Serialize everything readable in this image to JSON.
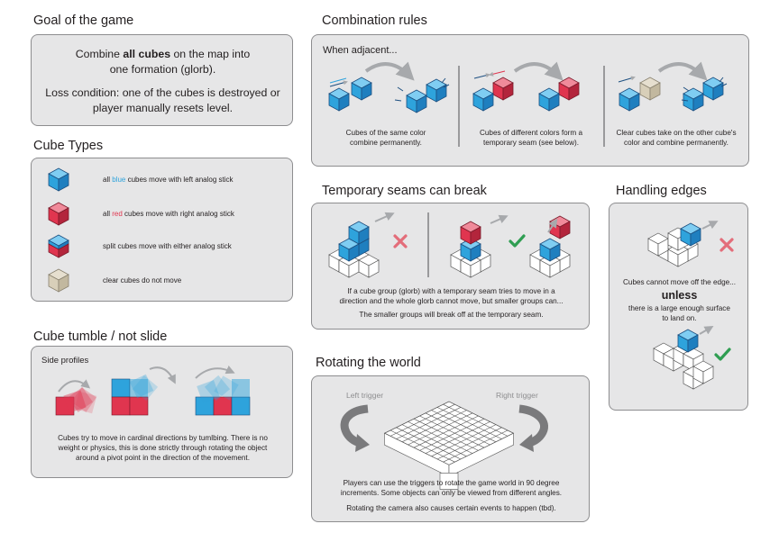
{
  "goal": {
    "heading": "Goal of the game",
    "line1_pre": "Combine ",
    "line1_bold": "all cubes",
    "line1_post": " on the map into",
    "line2": "one formation (glorb).",
    "loss1": "Loss condition: one of the cubes is destroyed or",
    "loss2": "player manually resets level."
  },
  "cube_types": {
    "heading": "Cube Types",
    "blue": {
      "pre": "all ",
      "color_word": "blue",
      "post": " cubes move with left analog stick"
    },
    "red": {
      "pre": "all ",
      "color_word": "red",
      "post": " cubes move with right analog stick"
    },
    "split": "split cubes move with either analog stick",
    "clear": "clear cubes do not move"
  },
  "tumble": {
    "heading": "Cube tumble / not slide",
    "side_profiles": "Side profiles",
    "desc1": "Cubes try to move in cardinal directions by tumlbing. There is no",
    "desc2": "weight or physics, this is done strictly through rotating the object",
    "desc3": "around a pivot point in the direction of the movement."
  },
  "combination": {
    "heading": "Combination rules",
    "subheading": "When adjacent...",
    "c1a": "Cubes of the same color",
    "c1b": "combine permanently.",
    "c2a": "Cubes of different colors form a",
    "c2b": "temporary seam (see below).",
    "c3a": "Clear cubes take on the other cube's",
    "c3b": "color and combine permanently."
  },
  "seams": {
    "heading": "Temporary seams can break",
    "d1": "If a cube group (glorb) with a temporary seam tries to move in a",
    "d2": "direction and the whole glorb cannot move, but smaller groups can...",
    "d3": "The smaller groups will break off at the temporary seam."
  },
  "edges": {
    "heading": "Handling edges",
    "l1": "Cubes cannot move off the edge...",
    "unless": "unless",
    "l2": "there is a large enough surface",
    "l3": "to land on."
  },
  "rotating": {
    "heading": "Rotating the world",
    "left": "Left trigger",
    "right": "Right trigger",
    "d1": "Players can use the triggers to rotate the game world in 90 degree",
    "d2": "increments. Some objects can only be viewed from different angles.",
    "d3": "Rotating the camera also causes certain events to happen (tbd)."
  },
  "colors": {
    "blue": "#2ea3dc",
    "red": "#e0354f",
    "clear": "#d8cfb9",
    "green": "#2f9e52",
    "cross": "#e36d7a",
    "panel": "#e6e6e7"
  }
}
